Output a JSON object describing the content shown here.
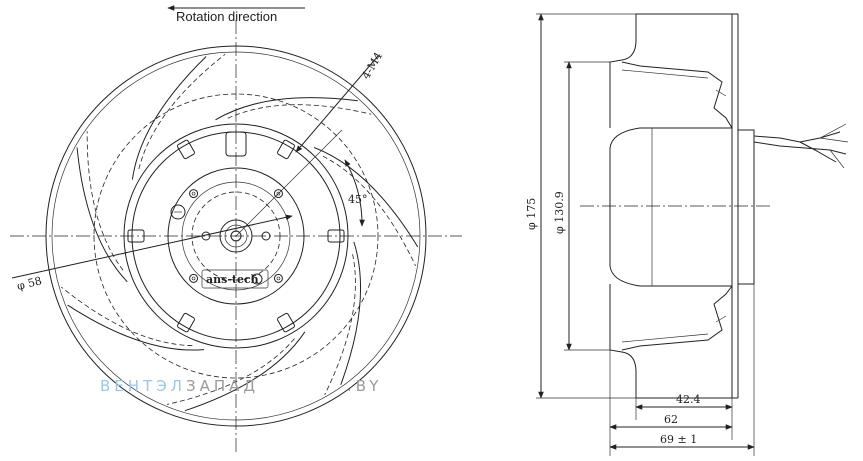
{
  "front_view": {
    "rotation_label": "Rotation direction",
    "holes_label": "4-M4",
    "angle_label": "45°",
    "hub_diameter_label": "φ 58",
    "brand_label": "ans-tech",
    "blade_count": 7
  },
  "side_view": {
    "outer_diameter_label": "φ 175",
    "inlet_diameter_label": "φ 130.9",
    "depth_1_label": "42.4",
    "depth_2_label": "62",
    "depth_3_label": "69 ± 1"
  },
  "watermark": {
    "part_blue": "ВЕНТЭЛ",
    "part_gray": "ЗАПАД",
    "suffix": ".BY",
    "blue_color": "#9cc7e8",
    "gray_color": "#9a9a9a"
  }
}
